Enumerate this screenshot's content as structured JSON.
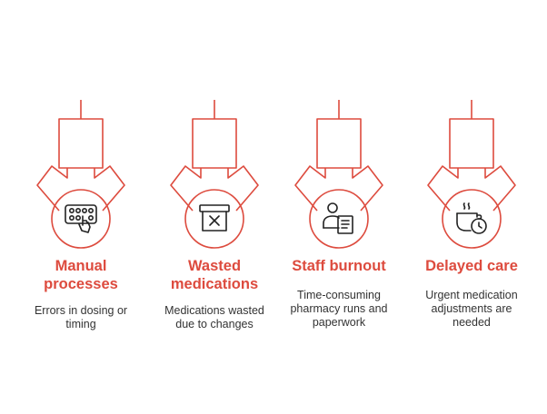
{
  "theme": {
    "accent": "#dd4b3e",
    "text": "#333333",
    "background": "#ffffff"
  },
  "items": [
    {
      "title_lines": [
        "Manual",
        "processes"
      ],
      "desc_lines": [
        "Errors in dosing or",
        "timing"
      ],
      "icon": "hand-tapping-keypad-icon"
    },
    {
      "title_lines": [
        "Wasted",
        "medications"
      ],
      "desc_lines": [
        "Medications wasted",
        "due to changes"
      ],
      "icon": "discard-box-icon"
    },
    {
      "title_lines": [
        "Staff burnout"
      ],
      "desc_lines": [
        "Time-consuming",
        "pharmacy runs and",
        "paperwork"
      ],
      "icon": "person-with-document-icon"
    },
    {
      "title_lines": [
        "Delayed care"
      ],
      "desc_lines": [
        "Urgent medication",
        "adjustments are",
        "needed"
      ],
      "icon": "coffee-cup-clock-icon"
    }
  ]
}
